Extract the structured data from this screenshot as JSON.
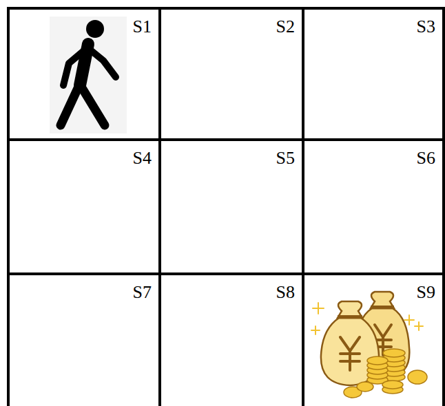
{
  "diagram": {
    "nodes": [
      {
        "text": [
          "S1"
        ]
      },
      {
        "text": [
          "S2"
        ]
      },
      {
        "text": [
          "S3"
        ]
      },
      {
        "text": [
          "S4"
        ]
      },
      {
        "text": [
          "S5"
        ]
      },
      {
        "text": [
          "S6"
        ]
      },
      {
        "text": [
          "S7"
        ]
      },
      {
        "text": [
          "S8"
        ]
      },
      {
        "text": [
          "S9"
        ]
      }
    ]
  }
}
